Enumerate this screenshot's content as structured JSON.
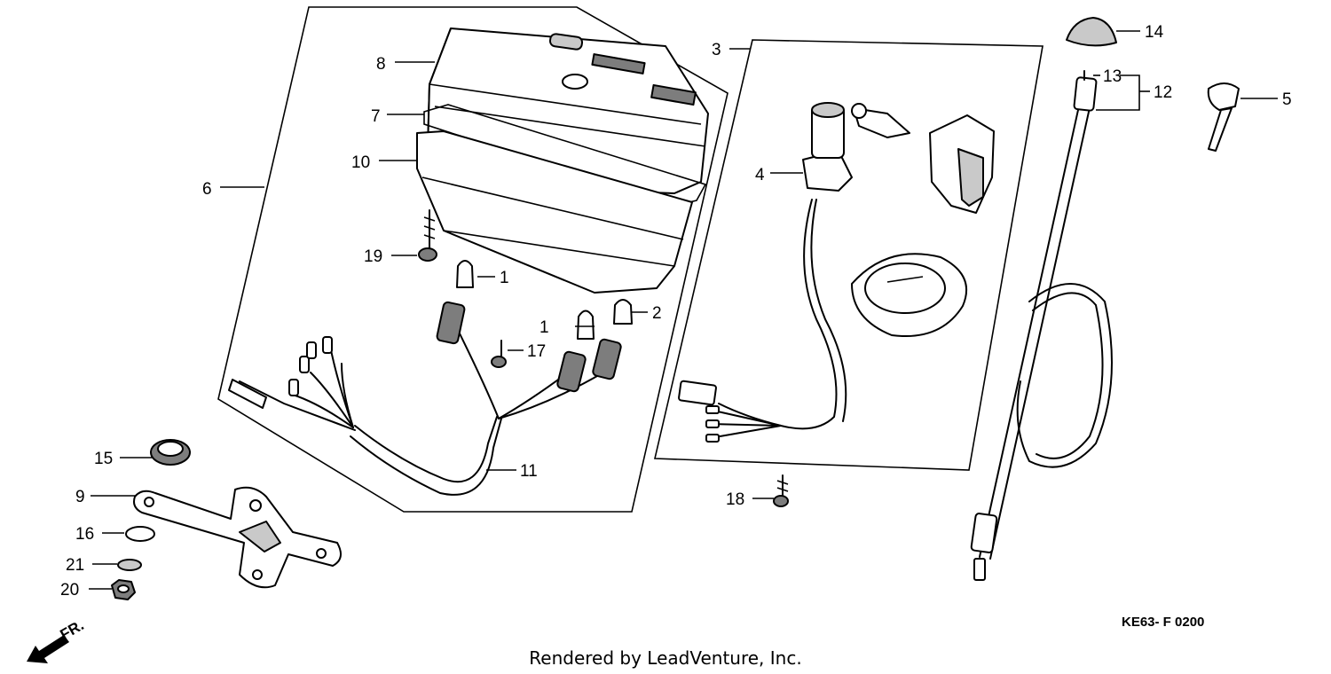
{
  "callouts": [
    {
      "id": "1",
      "label": "1"
    },
    {
      "id": "1b",
      "label": "1"
    },
    {
      "id": "2",
      "label": "2"
    },
    {
      "id": "3",
      "label": "3"
    },
    {
      "id": "4",
      "label": "4"
    },
    {
      "id": "5",
      "label": "5"
    },
    {
      "id": "6",
      "label": "6"
    },
    {
      "id": "7",
      "label": "7"
    },
    {
      "id": "8",
      "label": "8"
    },
    {
      "id": "9",
      "label": "9"
    },
    {
      "id": "10",
      "label": "10"
    },
    {
      "id": "11",
      "label": "11"
    },
    {
      "id": "12",
      "label": "12"
    },
    {
      "id": "13",
      "label": "13"
    },
    {
      "id": "14",
      "label": "14"
    },
    {
      "id": "15",
      "label": "15"
    },
    {
      "id": "16",
      "label": "16"
    },
    {
      "id": "17",
      "label": "17"
    },
    {
      "id": "18",
      "label": "18"
    },
    {
      "id": "19",
      "label": "19"
    },
    {
      "id": "20",
      "label": "20"
    },
    {
      "id": "21",
      "label": "21"
    }
  ],
  "diagram_code": "KE63- F 0200",
  "credit": "Rendered by LeadVenture, Inc.",
  "direction_marker": "FR."
}
